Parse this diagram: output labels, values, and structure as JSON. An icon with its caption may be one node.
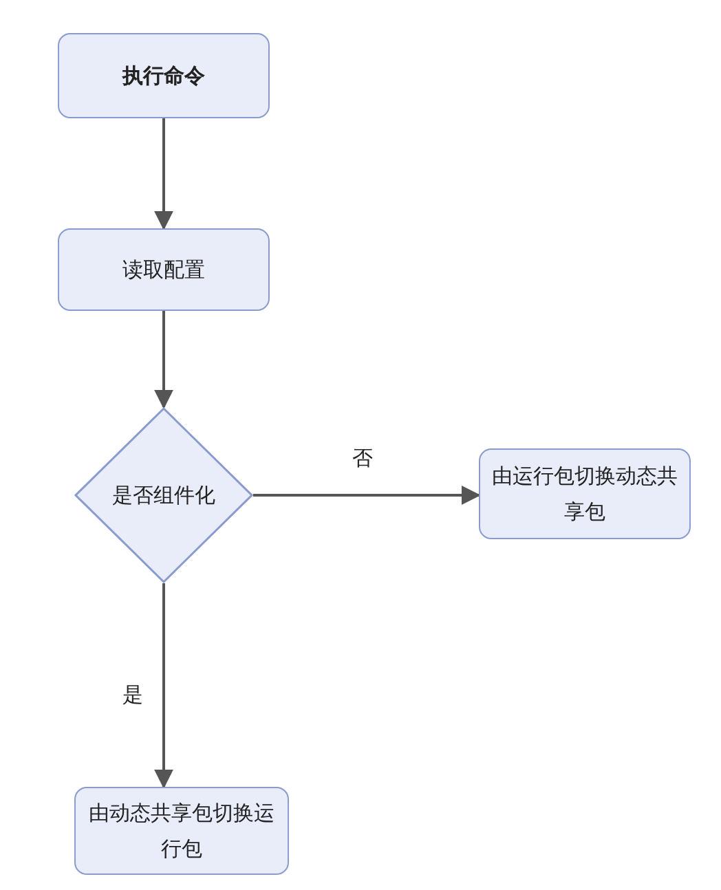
{
  "diagram": {
    "nodes": [
      {
        "text": [
          "执行命令"
        ]
      },
      {
        "text": [
          "读取配置"
        ]
      },
      {
        "text": [
          "是否组件化"
        ]
      },
      {
        "text": [
          "由运行包切换动态共享包"
        ]
      },
      {
        "text": [
          "由动态共享包切换运行包"
        ]
      }
    ],
    "edges": [
      {
        "from": 0,
        "to": 1,
        "arrow": "to"
      },
      {
        "from": 1,
        "to": 2,
        "arrow": "to"
      },
      {
        "from": 2,
        "to": 3,
        "label": "否",
        "arrow": "to"
      },
      {
        "from": 2,
        "to": 4,
        "label": "是",
        "arrow": "to"
      }
    ]
  }
}
